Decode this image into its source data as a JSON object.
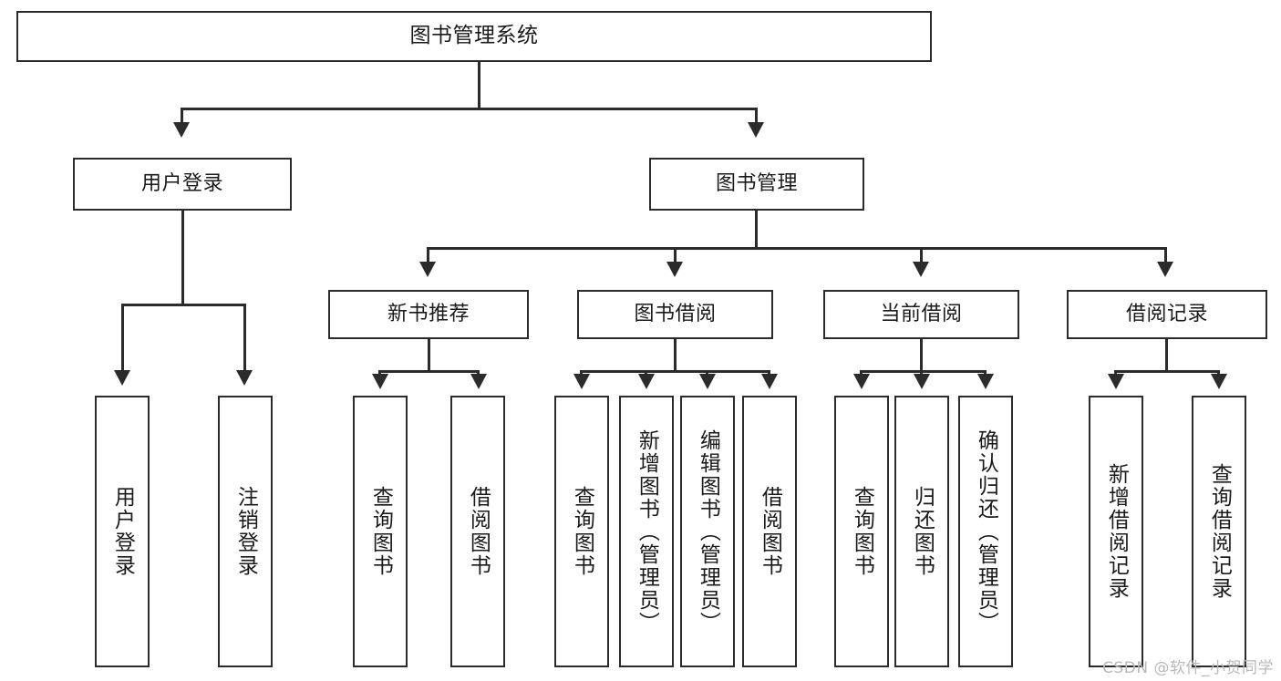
{
  "diagram": {
    "kind": "tree-hierarchy",
    "title": "图书管理系统",
    "watermark": "CSDN @软件_小贺同学",
    "colors": {
      "stroke": "#2b2b2b",
      "fill": "#ffffff",
      "text": "#1a1a1a",
      "watermark": "#b9b9b9"
    },
    "levels": {
      "level1_label": "图书管理系统",
      "level2": [
        {
          "id": "user-login",
          "label": "用户登录"
        },
        {
          "id": "book-manage",
          "label": "图书管理"
        }
      ],
      "level3": [
        {
          "id": "new-book-rec",
          "label": "新书推荐"
        },
        {
          "id": "book-borrow",
          "label": "图书借阅"
        },
        {
          "id": "current-borrow",
          "label": "当前借阅"
        },
        {
          "id": "borrow-record",
          "label": "借阅记录"
        }
      ],
      "leaves": [
        {
          "id": "leaf-user-login",
          "label": "用户登录",
          "parent": "user-login"
        },
        {
          "id": "leaf-user-logout",
          "label": "注销登录",
          "parent": "user-login"
        },
        {
          "id": "leaf-query-book-1",
          "label": "查询图书",
          "parent": "new-book-rec"
        },
        {
          "id": "leaf-borrow-book-1",
          "label": "借阅图书",
          "parent": "new-book-rec"
        },
        {
          "id": "leaf-query-book-2",
          "label": "查询图书",
          "parent": "book-borrow"
        },
        {
          "id": "leaf-add-book",
          "label": "新增图书（管理员）",
          "parent": "book-borrow"
        },
        {
          "id": "leaf-edit-book",
          "label": "编辑图书（管理员）",
          "parent": "book-borrow"
        },
        {
          "id": "leaf-borrow-book-2",
          "label": "借阅图书",
          "parent": "book-borrow"
        },
        {
          "id": "leaf-query-book-3",
          "label": "查询图书",
          "parent": "current-borrow"
        },
        {
          "id": "leaf-return-book",
          "label": "归还图书",
          "parent": "current-borrow"
        },
        {
          "id": "leaf-confirm-return",
          "label": "确认归还（管理员）",
          "parent": "current-borrow"
        },
        {
          "id": "leaf-add-record",
          "label": "新增借阅记录",
          "parent": "borrow-record"
        },
        {
          "id": "leaf-query-record",
          "label": "查询借阅记录",
          "parent": "borrow-record"
        }
      ]
    }
  }
}
